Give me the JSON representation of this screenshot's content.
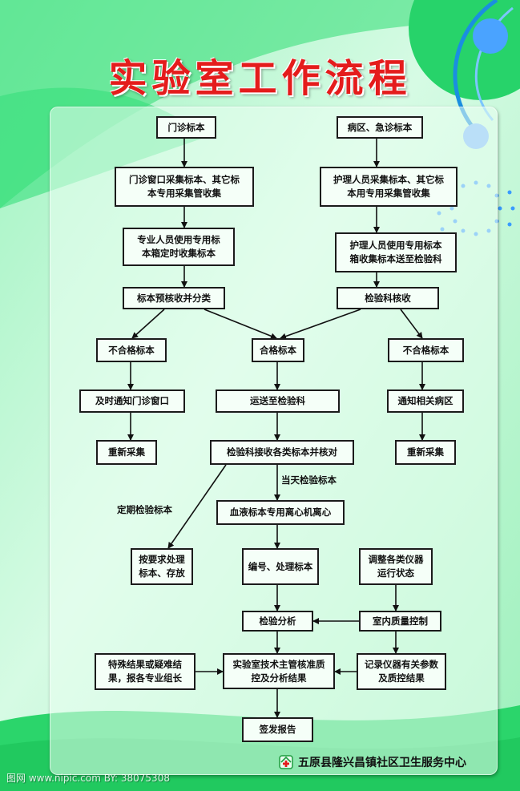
{
  "title": "实验室工作流程",
  "boxes": {
    "outpatient_sample": "门诊标本",
    "ward_emergency_sample": "病区、急诊标本",
    "outpatient_collect": "门诊窗口采集标本、其它标\n本专用采集管收集",
    "nurse_collect": "护理人员采集标本、其它标\n本用专用采集管收集",
    "staff_box_collect": "专业人员使用专用标\n本箱定时收集标本",
    "nurse_box_deliver": "护理人员使用专用标本\n箱收集标本送至检验科",
    "pre_check": "标本预核收并分类",
    "lab_check": "检验科核收",
    "unqualified_left": "不合格标本",
    "qualified": "合格标本",
    "unqualified_right": "不合格标本",
    "notify_outpatient": "及时通知门诊窗口",
    "deliver_lab": "运送至检验科",
    "notify_ward": "通知相关病区",
    "recollect_left": "重新采集",
    "receive_verify": "检验科接收各类标本并核对",
    "recollect_right": "重新采集",
    "centrifuge": "血液标本专用离心机离心",
    "process_store": "按要求处理\n标本、存放",
    "number_process": "编号、处理标本",
    "adjust_instruments": "调整各类仪器\n运行状态",
    "analysis": "检验分析",
    "indoor_qc": "室内质量控制",
    "special_result": "特殊结果或疑难结\n果，报各专业组长",
    "supervisor_review": "实验室技术主管核准质\n控及分析结果",
    "record_params": "记录仪器有关参数\n及质控结果",
    "sign_report": "签发报告"
  },
  "labels": {
    "same_day": "当天检验标本",
    "periodic": "定期检验标本"
  },
  "footer": "五原县隆兴昌镇社区卫生服务中心",
  "watermark": "图网 www.nipic.com BY: 38075308",
  "colors": {
    "title": "#e41c1c",
    "background": "#2ed86f",
    "box_border": "#1b1b1b"
  }
}
